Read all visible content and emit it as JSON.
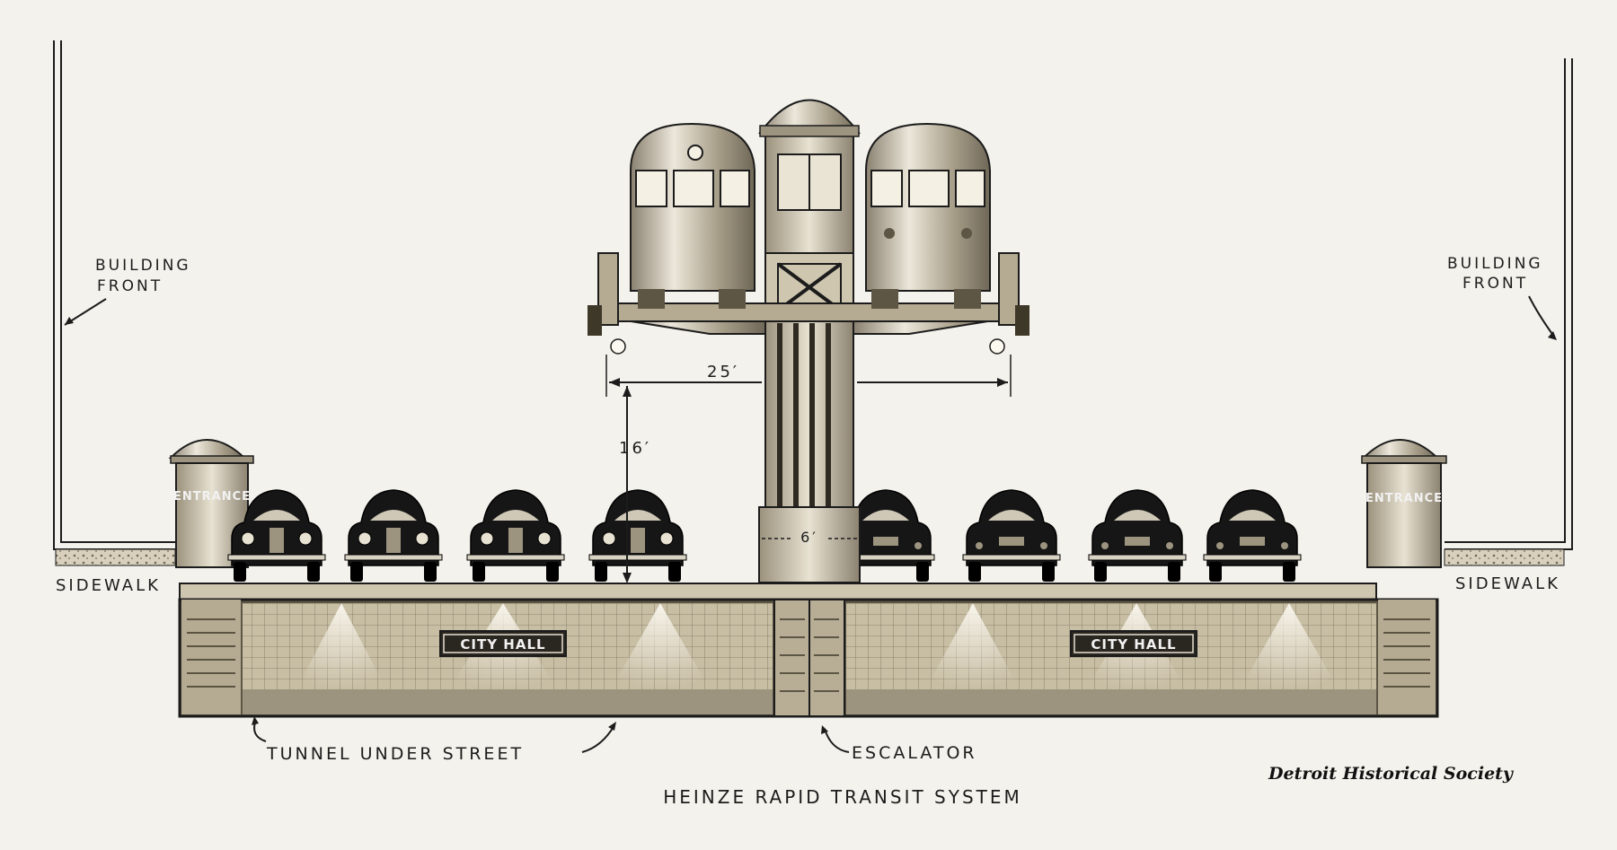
{
  "labels": {
    "building_front_left": [
      "BUILDING",
      "FRONT"
    ],
    "building_front_right": [
      "BUILDING",
      "FRONT"
    ],
    "sidewalk_left": "SIDEWALK",
    "sidewalk_right": "SIDEWALK",
    "entrance_left": "ENTRANCE",
    "entrance_right": "ENTRANCE",
    "dim_width": "25′",
    "dim_height": "16′",
    "dim_column": "6′",
    "sign_left": "CITY HALL",
    "sign_right": "CITY HALL",
    "tunnel": "TUNNEL UNDER STREET",
    "escalator": "ESCALATOR",
    "caption": "HEINZE RAPID TRANSIT SYSTEM",
    "credit": "Detroit Historical Society"
  },
  "colors": {
    "paper": "#f4f2ec",
    "ink": "#1c1c1c",
    "car": "#161616",
    "tunnel_tile": "#b9ae94",
    "concrete": "#cfc6b0"
  },
  "cars": {
    "front_facing": 4,
    "rear_facing": 4
  }
}
